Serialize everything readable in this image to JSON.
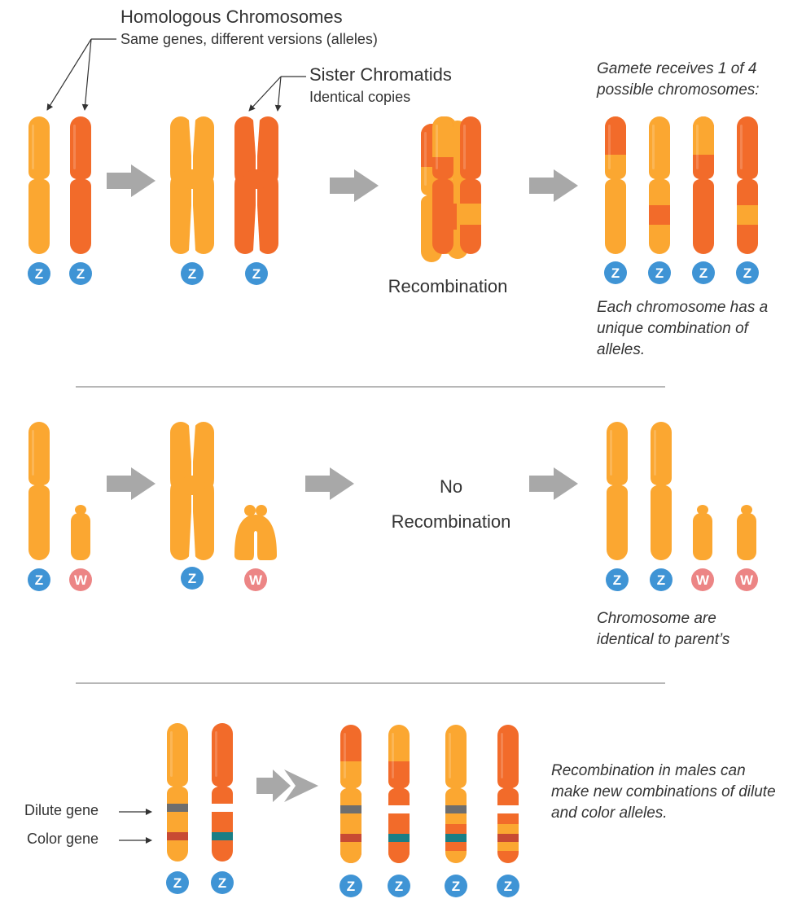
{
  "labels": {
    "homologous_title": "Homologous Chromosomes",
    "homologous_sub": "Same genes, different versions (alleles)",
    "sister_title": "Sister Chromatids",
    "sister_sub": "Identical copies",
    "recombination": "Recombination",
    "no_recombination_line1": "No",
    "no_recombination_line2": "Recombination",
    "gamete_note": "Gamete receives 1 of 4 possible chromosomes:",
    "unique_note": "Each chromosome has a unique combination of alleles.",
    "identical_note": "Chromosome are identical to parent’s",
    "males_note": "Recombination in males can make new combinations of dilute and color alleles.",
    "dilute_gene": "Dilute gene",
    "color_gene": "Color gene"
  },
  "badges": {
    "z": "Z",
    "w": "W"
  },
  "colors": {
    "light_orange": "#FBA731",
    "dark_orange": "#F26B2A",
    "z_badge": "#3F94D5",
    "w_badge": "#EC8585",
    "arrow_gray": "#A8A8A8",
    "divider": "#8C8C8C",
    "dilute_dark_band": "#6E6E6E",
    "dilute_white_band": "#FFFFFF",
    "color_red_band": "#C84A33",
    "color_teal_band": "#1A7E85"
  }
}
